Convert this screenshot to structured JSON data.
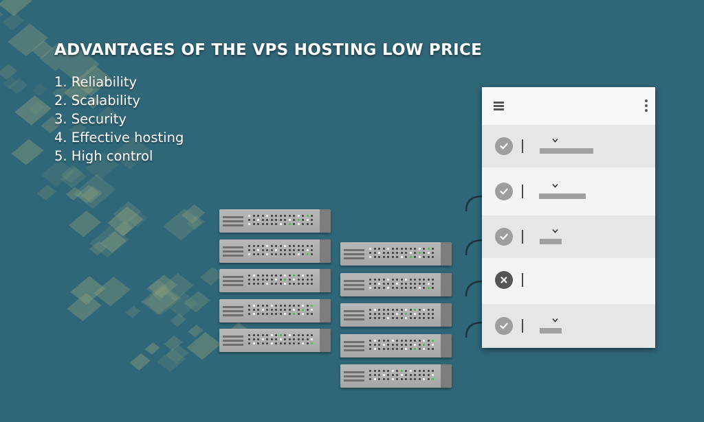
{
  "title": "ADVANTAGES OF THE VPS HOSTING LOW PRICE",
  "advantages": [
    "1. Reliability",
    "2. Scalability",
    "3. Security",
    "4. Effective hosting",
    "5. High control"
  ],
  "colors": {
    "background": "#2f6678",
    "decoration": "#8c9f7c",
    "check_ok": "#9e9e9e",
    "check_error": "#555555",
    "led_green": "#3fbf4a",
    "led_dark": "#3a3a3a",
    "led_white": "#ffffff"
  },
  "status_panel": {
    "header_icons": [
      "menu-icon",
      "more-vertical-icon"
    ],
    "rows": [
      {
        "status": "ok",
        "icon": "check-icon",
        "expandable": true
      },
      {
        "status": "ok",
        "icon": "check-icon",
        "expandable": true
      },
      {
        "status": "ok",
        "icon": "check-icon",
        "expandable": true
      },
      {
        "status": "error",
        "icon": "close-icon",
        "expandable": false
      },
      {
        "status": "ok",
        "icon": "check-icon",
        "expandable": true
      }
    ]
  },
  "server_racks": [
    {
      "units": 5
    },
    {
      "units": 5
    }
  ]
}
